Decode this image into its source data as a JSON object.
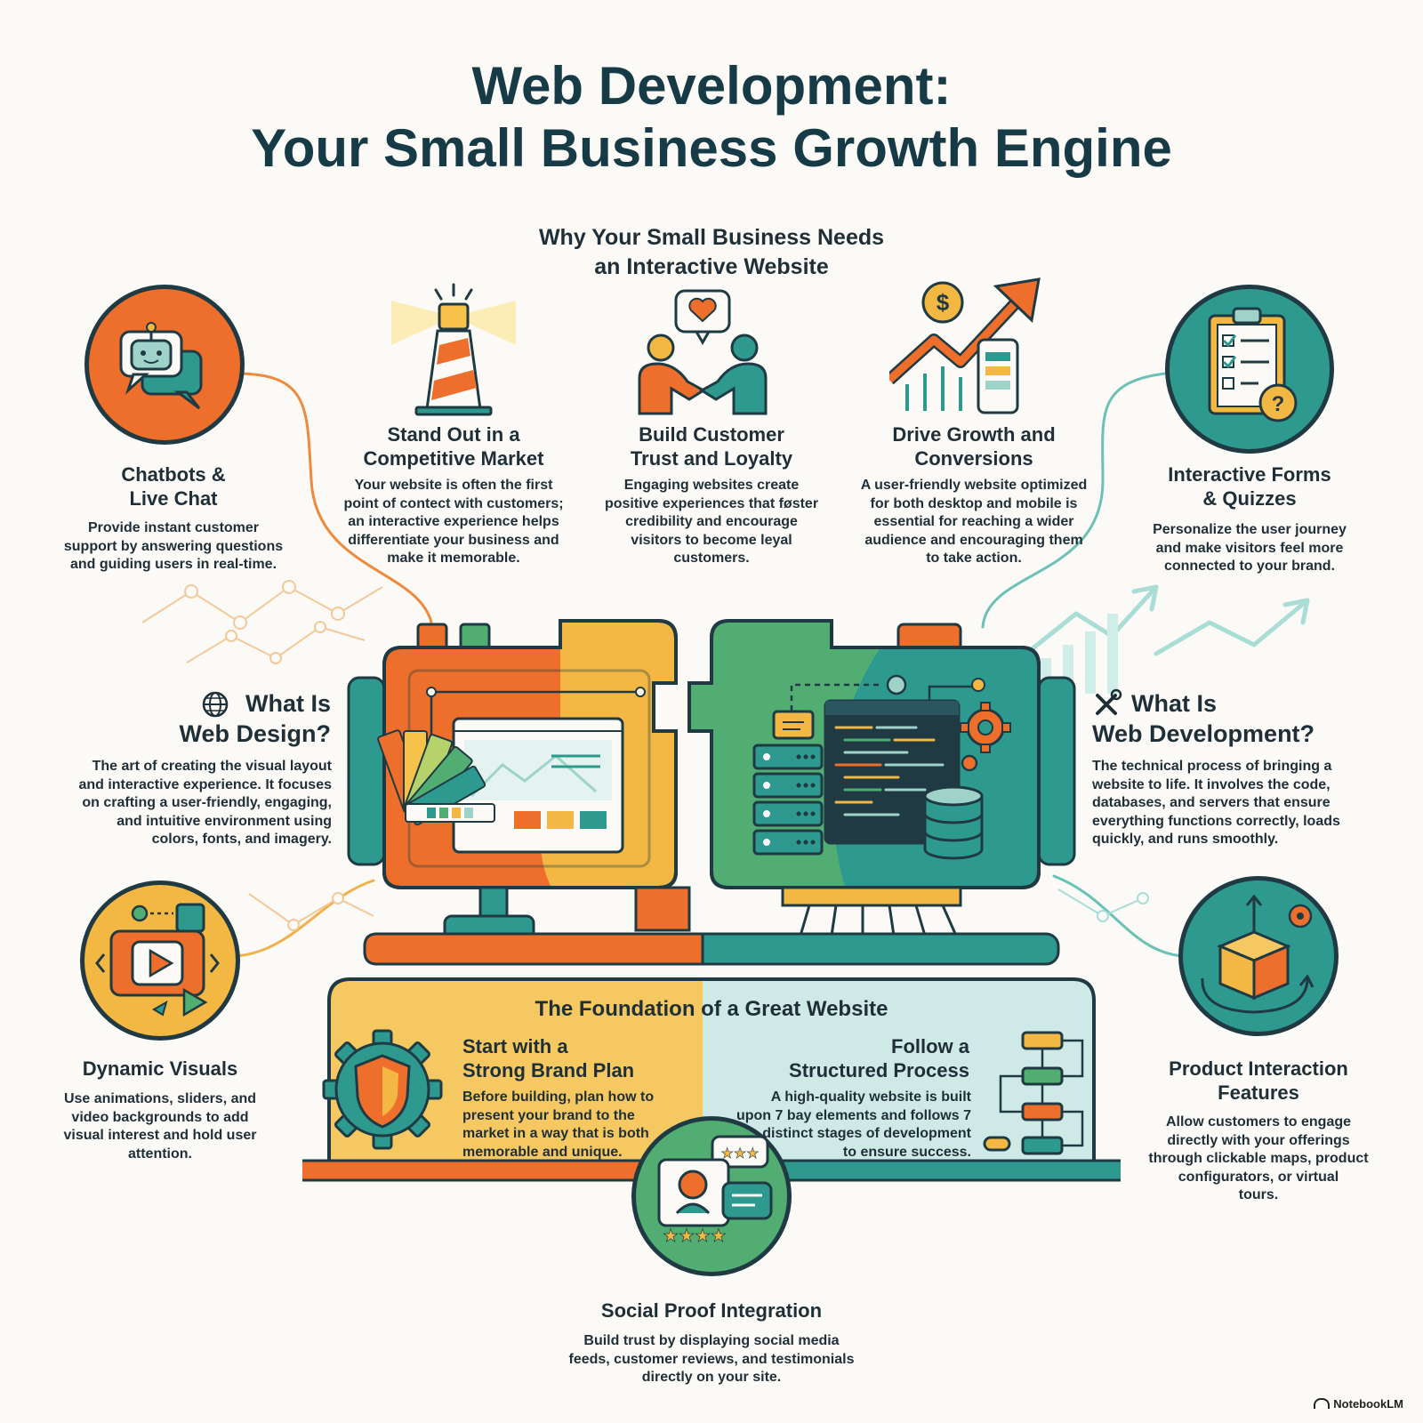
{
  "title_line1": "Web Development:",
  "title_line2": "Your Small Business Growth Engine",
  "why": {
    "heading_line1": "Why Your Small Business Needs",
    "heading_line2": "an Interactive Website",
    "items": [
      {
        "title_line1": "Stand Out in a",
        "title_line2": "Competitive Market",
        "lines": [
          "Your website is often the first",
          "point of contect with customers;",
          "an interactive experience helps",
          "differentiate your business and",
          "make it memorable."
        ],
        "icon": "lighthouse-icon"
      },
      {
        "title_line1": "Build Customer",
        "title_line2": "Trust and Loyalty",
        "lines": [
          "Engaging websites create",
          "positive experiences that føster",
          "credibility and encourage",
          "visitors to become leyal",
          "customers."
        ],
        "icon": "handshake-icon"
      },
      {
        "title_line1": "Drive Growth and",
        "title_line2": "Conversions",
        "lines": [
          "A user-friendly website optimized",
          "for both desktop and mobile is",
          "essential for reaching a wider",
          "audience and encouraging them",
          "to take action."
        ],
        "icon": "growth-chart-icon"
      }
    ]
  },
  "features": {
    "chatbots": {
      "title_line1": "Chatbots &",
      "title_line2": "Live Chat",
      "lines": [
        "Provide instant customer",
        "support by answering questions",
        "and guiding users in real-time."
      ],
      "icon": "chatbot-icon"
    },
    "forms": {
      "title_line1": "Interactive Forms",
      "title_line2": "& Quizzes",
      "lines": [
        "Personalize the user journey",
        "and make visitors feel more",
        "connected to your brand."
      ],
      "icon": "clipboard-quiz-icon"
    },
    "visuals": {
      "title": "Dynamic Visuals",
      "lines": [
        "Use animations, sliders, and",
        "video backgrounds to add",
        "visual interest and hold user",
        "attention."
      ],
      "icon": "video-play-icon"
    },
    "product": {
      "title_line1": "Product Interaction",
      "title_line2": "Features",
      "lines": [
        "Allow customers to engage",
        "directly with your offerings",
        "through clickable maps, product",
        "configurators, or virtual",
        "tours."
      ],
      "icon": "product-box-icon"
    },
    "social": {
      "title": "Social Proof Integration",
      "lines": [
        "Build trust by displaying social media",
        "feeds, customer reviews, and testimonials",
        "directly on your site."
      ],
      "icon": "reviews-icon"
    }
  },
  "design": {
    "title_line1": "What Is",
    "title_line2": "Web Design?",
    "lines": [
      "The art of creating the visual layout",
      "and interactive experience. It focuses",
      "on crafting a user-friendly, engaging,",
      "and intuitive environment using",
      "colors, fonts, and imagery."
    ],
    "icon": "globe-icon"
  },
  "development": {
    "title_line1": "What Is",
    "title_line2": "Web Development?",
    "lines": [
      "The technical process of bringing a",
      "website to life. It involves the code,",
      "databases, and servers that ensure",
      "everything functions correctly, loads",
      "quickly, and runs smoothly."
    ],
    "icon": "tools-icon"
  },
  "foundation": {
    "heading": "The Foundation of a Great Website",
    "brand": {
      "title_line1": "Start with a",
      "title_line2": "Strong Brand Plan",
      "lines": [
        "Before building, plan how to",
        "present your brand to the",
        "market in a way that is both",
        "memorable and unique."
      ],
      "icon": "shield-gear-icon"
    },
    "process": {
      "title_line1": "Follow a",
      "title_line2": "Structured Process",
      "lines": [
        "A high-quality website is built",
        "upon 7 bay elements and follows 7",
        "distinct stages of development",
        "to ensure success."
      ],
      "icon": "flowchart-icon"
    }
  },
  "badge": "NotebookLM",
  "colors": {
    "orange": "#ee6f2c",
    "yellow": "#f3b843",
    "teal": "#2e9a8f",
    "green": "#52ad72",
    "navy": "#163a46"
  }
}
